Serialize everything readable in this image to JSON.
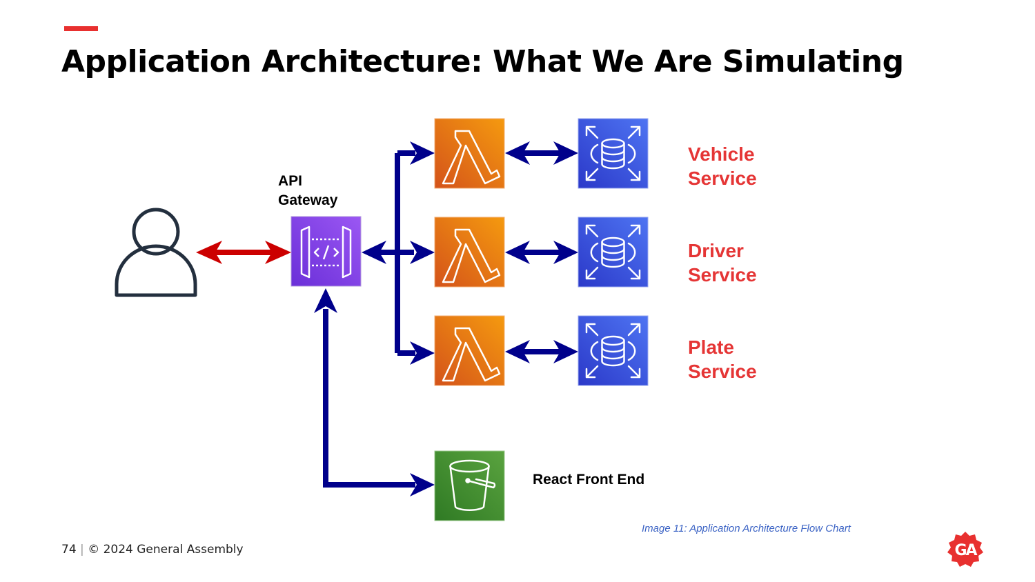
{
  "slide": {
    "title": "Application Architecture: What We Are Simulating",
    "accent_color": "#e8302f"
  },
  "diagram": {
    "actor": {
      "icon": "user-icon"
    },
    "gateway": {
      "label_line1": "API",
      "label_line2": "Gateway",
      "icon": "api-gateway-icon",
      "color": "#8a3ff0"
    },
    "services": [
      {
        "line1": "Vehicle",
        "line2": "Service"
      },
      {
        "line1": "Driver",
        "line2": "Service"
      },
      {
        "line1": "Plate",
        "line2": "Service"
      }
    ],
    "function_icon": "lambda-icon",
    "function_color": "#e8730f",
    "database_icon": "database-icon",
    "database_color": "#3a4fd8",
    "frontend": {
      "label": "React Front End",
      "icon": "bucket-icon",
      "color": "#3f8e2e"
    },
    "arrow_color_primary": "#00008b",
    "arrow_color_user": "#cc0000"
  },
  "caption": "Image 11: Application Architecture Flow Chart",
  "footer": {
    "page": "74",
    "separator": "|",
    "copyright": "© 2024 General Assembly"
  },
  "logo": {
    "text": "GA",
    "color": "#e8302f"
  }
}
